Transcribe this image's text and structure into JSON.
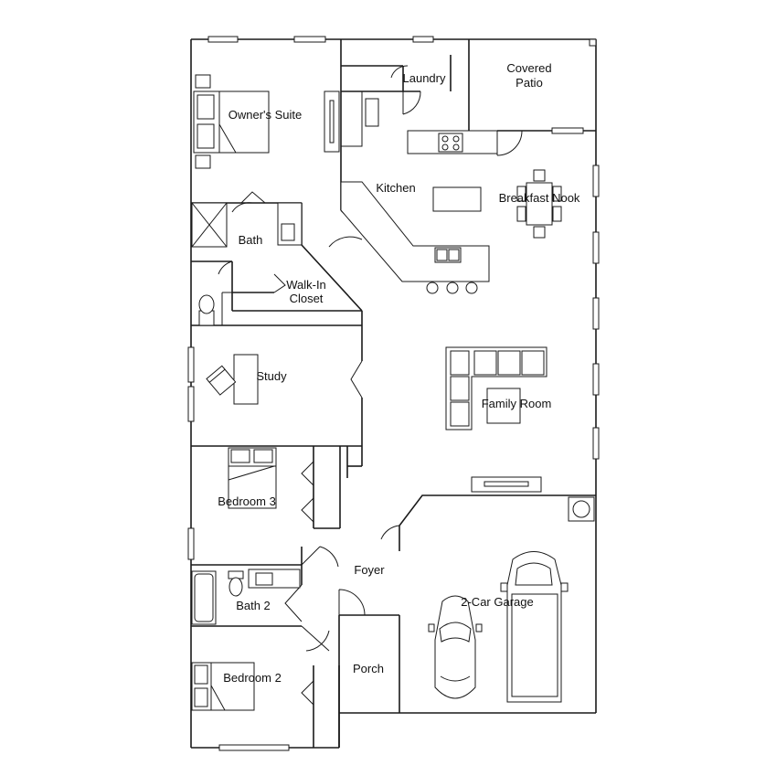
{
  "rooms": {
    "owners_suite": "Owner's Suite",
    "laundry": "Laundry",
    "covered_patio_1": "Covered",
    "covered_patio_2": "Patio",
    "kitchen": "Kitchen",
    "breakfast_nook": "Breakfast Nook",
    "bath": "Bath",
    "walk_in_closet_1": "Walk-In",
    "walk_in_closet_2": "Closet",
    "study": "Study",
    "family_room": "Family Room",
    "bedroom_3": "Bedroom 3",
    "foyer": "Foyer",
    "bath_2": "Bath 2",
    "garage": "2-Car Garage",
    "bedroom_2": "Bedroom 2",
    "porch": "Porch"
  }
}
